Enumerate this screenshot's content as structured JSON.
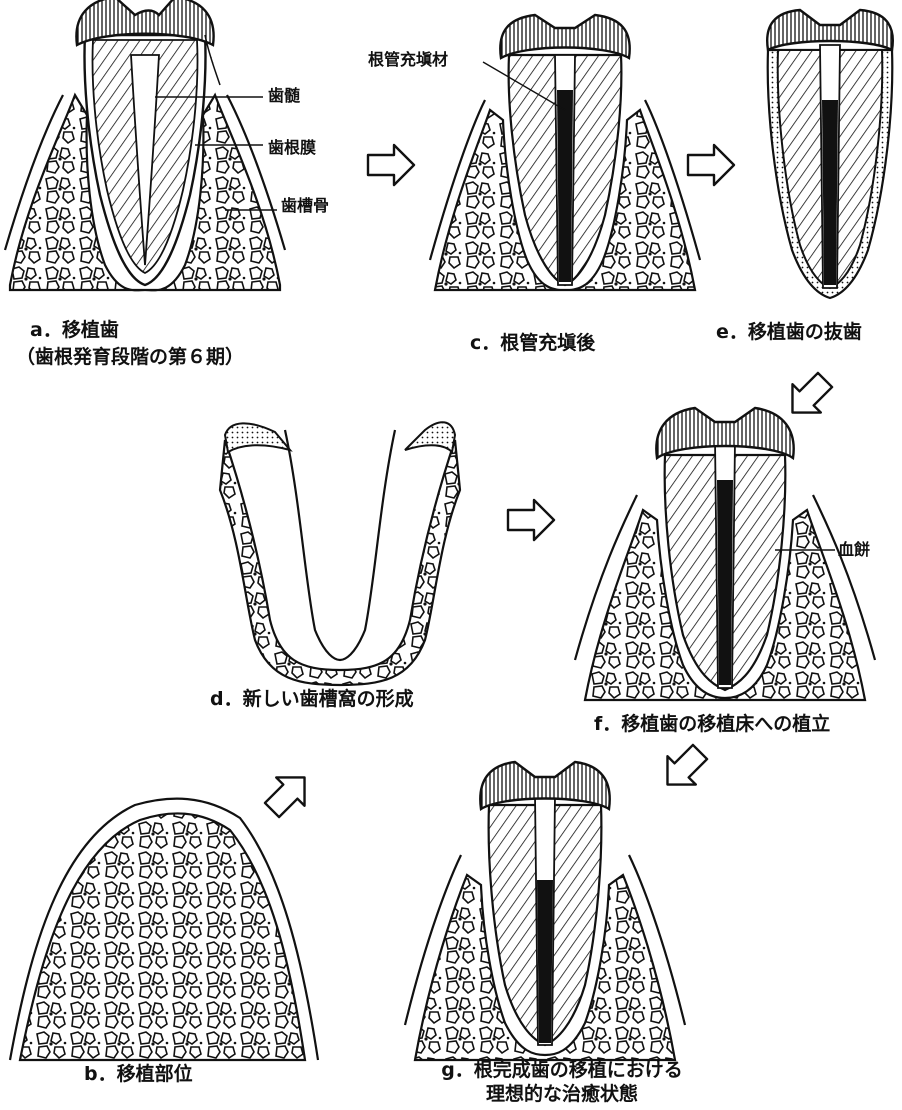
{
  "panels": {
    "a": {
      "caption_line1": "a．移植歯",
      "caption_line2": "（歯根発育段階の第６期）",
      "labels": {
        "pulp": "歯髄",
        "pdl": "歯根膜",
        "bone": "歯槽骨"
      }
    },
    "b": {
      "caption": "b．移植部位"
    },
    "c": {
      "caption": "c．根管充塡後",
      "labels": {
        "filling": "根管充塡材"
      }
    },
    "d": {
      "caption": "d．新しい歯槽窩の形成"
    },
    "e": {
      "caption": "e．移植歯の抜歯"
    },
    "f": {
      "caption": "f．移植歯の移植床への植立",
      "labels": {
        "clot": "血餅"
      }
    },
    "g": {
      "caption_line1": "g．根完成歯の移植における",
      "caption_line2": "理想的な治癒状態"
    }
  },
  "colors": {
    "ink": "#111111",
    "paper": "#ffffff"
  }
}
